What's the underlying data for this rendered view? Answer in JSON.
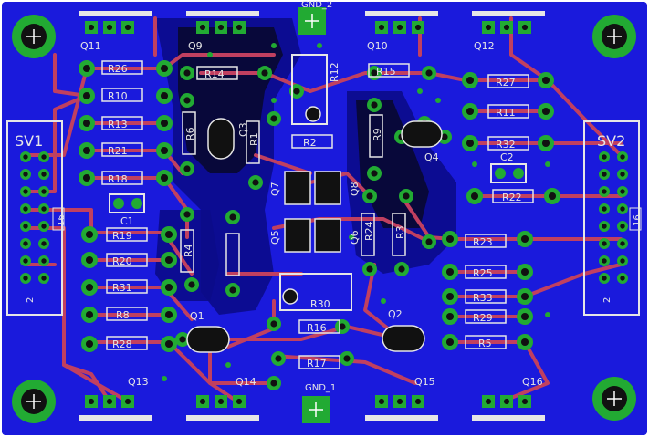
{
  "colors": {
    "background": "#ffffff",
    "board": "#1a1adc",
    "copper_fill": "#0000c8",
    "trace": "#c04060",
    "pad": "#22aa33",
    "silk": "#e6e6e6",
    "drill": "#111111"
  },
  "connectors": [
    {
      "label": "SV1",
      "pin1": "2",
      "pin_last": "16"
    },
    {
      "label": "SV2",
      "pin1": "2",
      "pin_last": "16"
    }
  ],
  "ground_pads": [
    {
      "label": "GND_2"
    },
    {
      "label": "GND_1"
    }
  ],
  "transistors": [
    {
      "label": "Q1"
    },
    {
      "label": "Q2"
    },
    {
      "label": "Q3"
    },
    {
      "label": "Q4"
    },
    {
      "label": "Q5"
    },
    {
      "label": "Q6"
    },
    {
      "label": "Q7"
    },
    {
      "label": "Q8"
    },
    {
      "label": "Q9"
    },
    {
      "label": "Q10"
    },
    {
      "label": "Q11"
    },
    {
      "label": "Q12"
    },
    {
      "label": "Q13"
    },
    {
      "label": "Q14"
    },
    {
      "label": "Q15"
    },
    {
      "label": "Q16"
    }
  ],
  "resistors": [
    {
      "label": "R26"
    },
    {
      "label": "R10"
    },
    {
      "label": "R13"
    },
    {
      "label": "R21"
    },
    {
      "label": "R18"
    },
    {
      "label": "R19"
    },
    {
      "label": "R20"
    },
    {
      "label": "R31"
    },
    {
      "label": "R8"
    },
    {
      "label": "R28"
    },
    {
      "label": "R14"
    },
    {
      "label": "R6"
    },
    {
      "label": "R2"
    },
    {
      "label": "R12"
    },
    {
      "label": "R15"
    },
    {
      "label": "R9"
    },
    {
      "label": "R27"
    },
    {
      "label": "R11"
    },
    {
      "label": "R32"
    },
    {
      "label": "R22"
    },
    {
      "label": "R23"
    },
    {
      "label": "R25"
    },
    {
      "label": "R33"
    },
    {
      "label": "R29"
    },
    {
      "label": "R5"
    },
    {
      "label": "R24"
    },
    {
      "label": "R3"
    },
    {
      "label": "R1"
    },
    {
      "label": "R4"
    },
    {
      "label": "R30"
    },
    {
      "label": "R16"
    },
    {
      "label": "R17"
    }
  ],
  "capacitors": [
    {
      "label": "C1"
    },
    {
      "label": "C2"
    }
  ]
}
